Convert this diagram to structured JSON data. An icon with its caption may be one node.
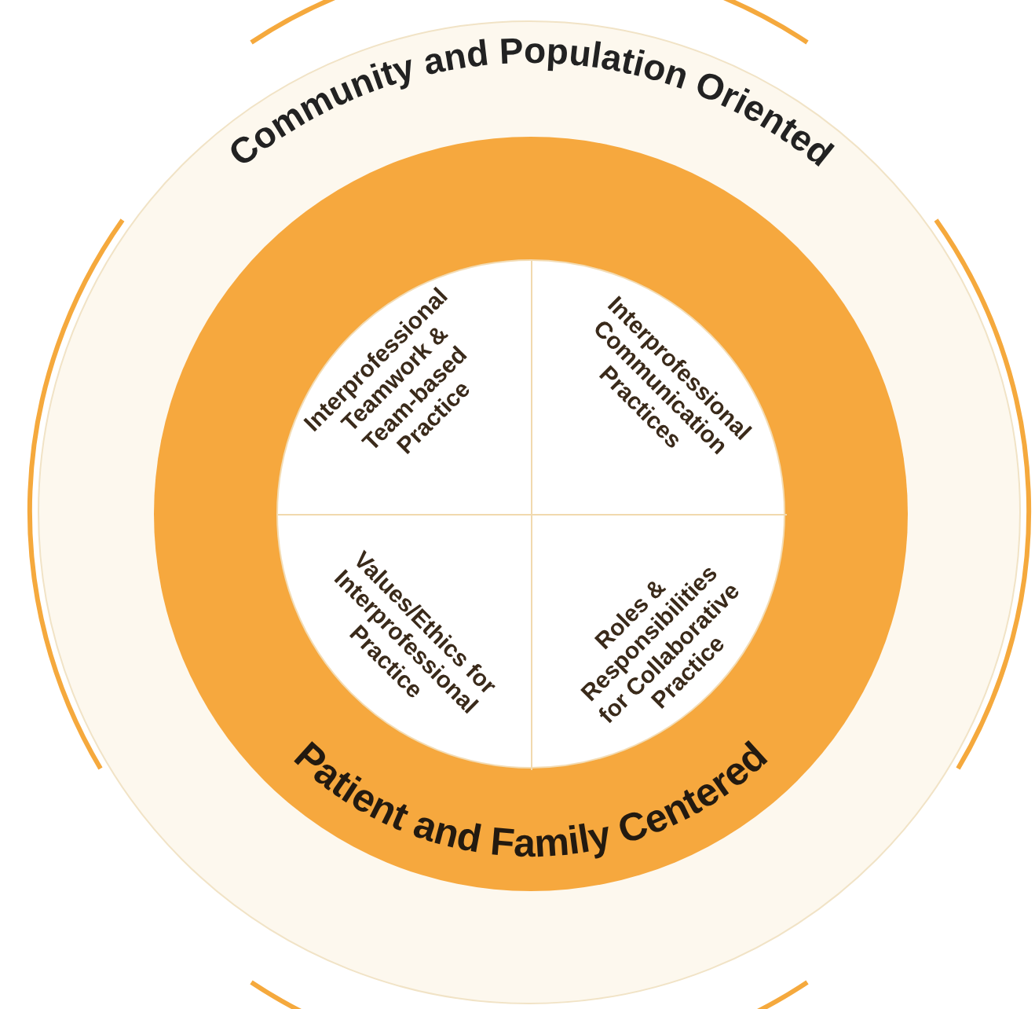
{
  "diagram": {
    "nodes": [
      {
        "text": [
          "Community and Population Oriented"
        ]
      },
      {
        "text": [
          "Patient and Family Centered"
        ],
        "in": 0
      },
      {
        "text": [
          "Interprofessional Teamwork & Team-based Practice"
        ],
        "in": 1
      },
      {
        "text": [
          "Interprofessional Communication Practices"
        ],
        "in": 1
      },
      {
        "text": [
          "Values/Ethics for Interprofessional Practice"
        ],
        "in": 1
      },
      {
        "text": [
          "Roles & Responsibilities for Collaborative Practice"
        ],
        "in": 1
      }
    ],
    "edges": []
  }
}
